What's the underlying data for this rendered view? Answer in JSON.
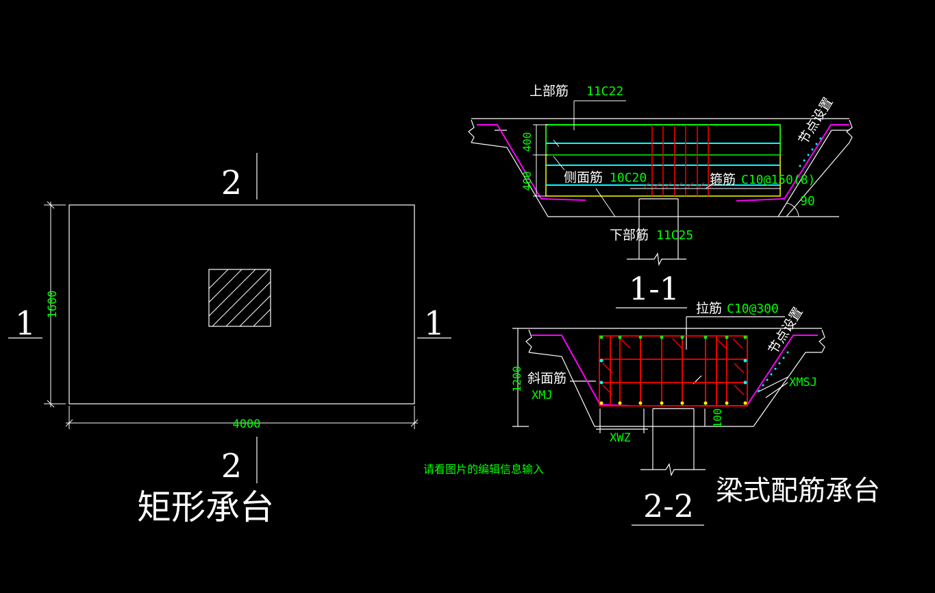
{
  "colors": {
    "background": "#000000",
    "line": "#ffffff",
    "dim_text": "#00ff00",
    "rebar_red": "#ff0000",
    "rebar_cyan": "#00ffff",
    "rebar_green": "#00ff00",
    "rebar_yellow": "#ffff00",
    "slope_magenta": "#ff00ff"
  },
  "plan": {
    "title": "矩形承台",
    "section_mark_1": "1",
    "section_mark_2": "2",
    "width_dim": "4000",
    "height_dim": "1600"
  },
  "section_1_1": {
    "title": "1-1",
    "top_bar_label": "上部筋",
    "top_bar_value": "11C22",
    "side_bar_label": "侧面筋",
    "side_bar_value": "10C20",
    "stirrup_label": "箍筋",
    "stirrup_value": "C10@150(8)",
    "bottom_bar_label": "下部筋",
    "bottom_bar_value": "11C25",
    "node_label": "节点设置",
    "dim_upper": "400",
    "dim_lower": "400",
    "angle": "90"
  },
  "section_2_2": {
    "title": "2-2",
    "subtitle": "梁式配筋承台",
    "tie_label": "拉筋",
    "tie_value": "C10@300",
    "slope_bar_label": "斜面筋",
    "slope_bar_value": "XMJ",
    "xmsj": "XMSJ",
    "xwz": "XWZ",
    "node_label": "节点设置",
    "dim_height": "1200",
    "dim_small": "100"
  },
  "note": "请看图片的编辑信息输入"
}
